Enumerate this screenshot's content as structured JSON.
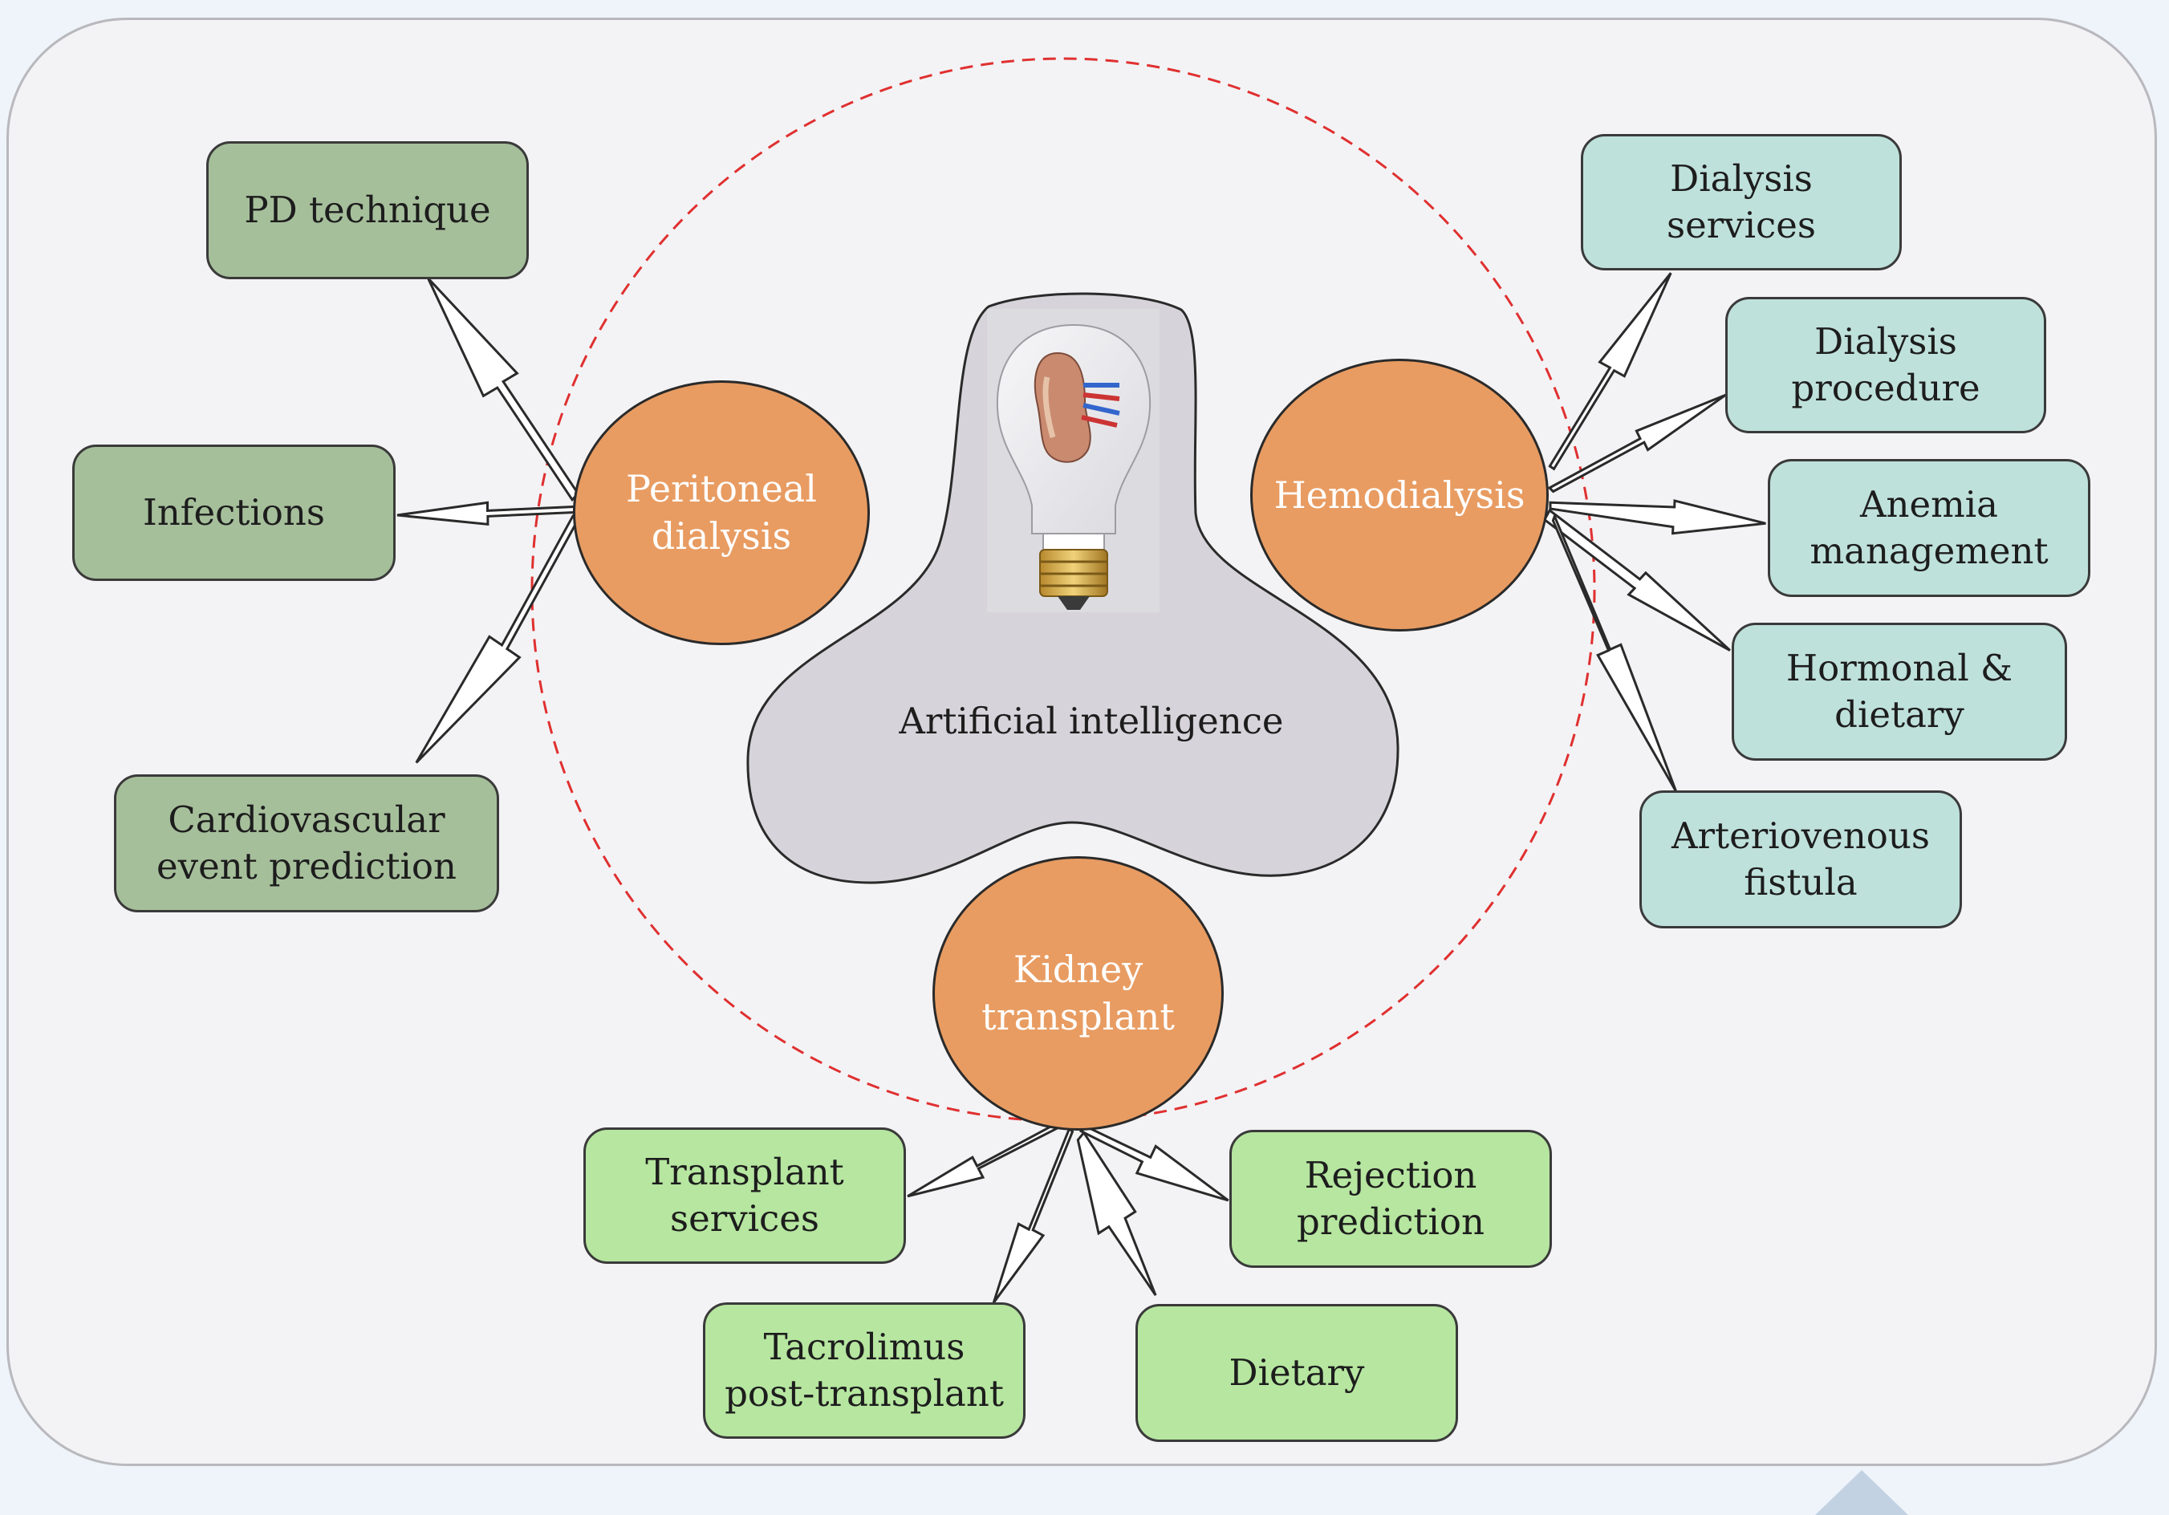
{
  "center": {
    "label": "Artificial intelligence",
    "image": "kidney-lightbulb-illustration"
  },
  "hubs": {
    "peritoneal": "Peritoneal dialysis",
    "hemodialysis": "Hemodialysis",
    "transplant": "Kidney transplant"
  },
  "peritoneal_items": [
    "PD technique",
    "Infections",
    "Cardiovascular event prediction"
  ],
  "hemodialysis_items": [
    "Dialysis services",
    "Dialysis procedure",
    "Anemia management",
    "Hormonal & dietary",
    "Arteriovenous fistula"
  ],
  "transplant_items": [
    "Transplant services",
    "Rejection prediction",
    "Tacrolimus post-transplant",
    "Dietary"
  ],
  "colors": {
    "hub": "#e89c62",
    "peritoneal_box": "#a6bf9b",
    "hemodialysis_box": "#bfe1dc",
    "transplant_box": "#b6e6a0",
    "ai_blob": "#d6d4da",
    "dashed_circle": "#e03030"
  }
}
